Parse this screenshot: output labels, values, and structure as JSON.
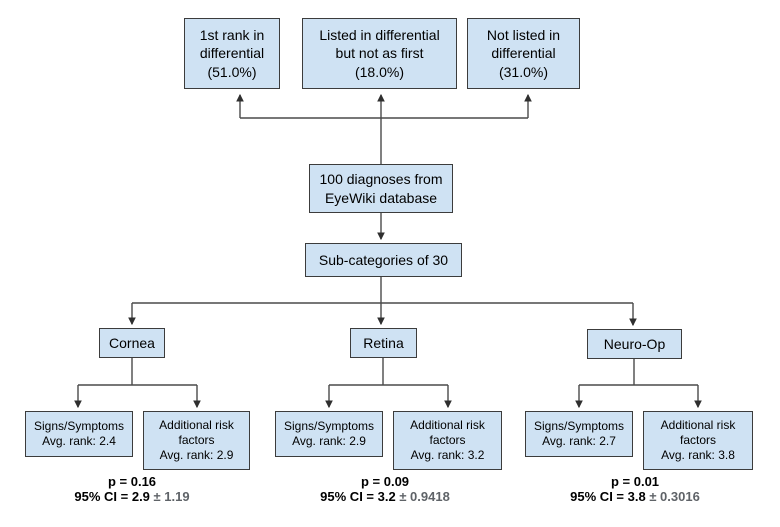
{
  "diagram": {
    "outcome_boxes": [
      {
        "label": "1st rank in\ndifferential\n(51.0%)"
      },
      {
        "label": "Listed in differential\nbut not as first\n(18.0%)"
      },
      {
        "label": "Not listed in\ndifferential\n(31.0%)"
      }
    ],
    "source_box": {
      "label": "100 diagnoses from\nEyeWiki database"
    },
    "subcategories_box": {
      "label": "Sub-categories of 30"
    },
    "groups": [
      {
        "category": "Cornea",
        "signs_label": "Signs/Symptoms\nAvg. rank: 2.4",
        "risk_label": "Additional risk\nfactors\nAvg. rank: 2.9",
        "p_value": "p = 0.16",
        "ci_main": "95% CI = 2.9 ",
        "ci_delta": "± 1.19"
      },
      {
        "category": "Retina",
        "signs_label": "Signs/Symptoms\nAvg. rank: 2.9",
        "risk_label": "Additional risk\nfactors\nAvg. rank: 3.2",
        "p_value": "p = 0.09",
        "ci_main": "95% CI = 3.2 ",
        "ci_delta": "± 0.9418"
      },
      {
        "category": "Neuro-Op",
        "signs_label": "Signs/Symptoms\nAvg. rank: 2.7",
        "risk_label": "Additional risk\nfactors\nAvg. rank: 3.8",
        "p_value": "p = 0.01",
        "ci_main": "95% CI = 3.8 ",
        "ci_delta": "± 0.3016"
      }
    ],
    "colors": {
      "box_fill": "#cfe2f3",
      "box_border": "#3c3c3c",
      "line": "#4a4a4a",
      "ci_delta_color": "#5f6368"
    }
  }
}
